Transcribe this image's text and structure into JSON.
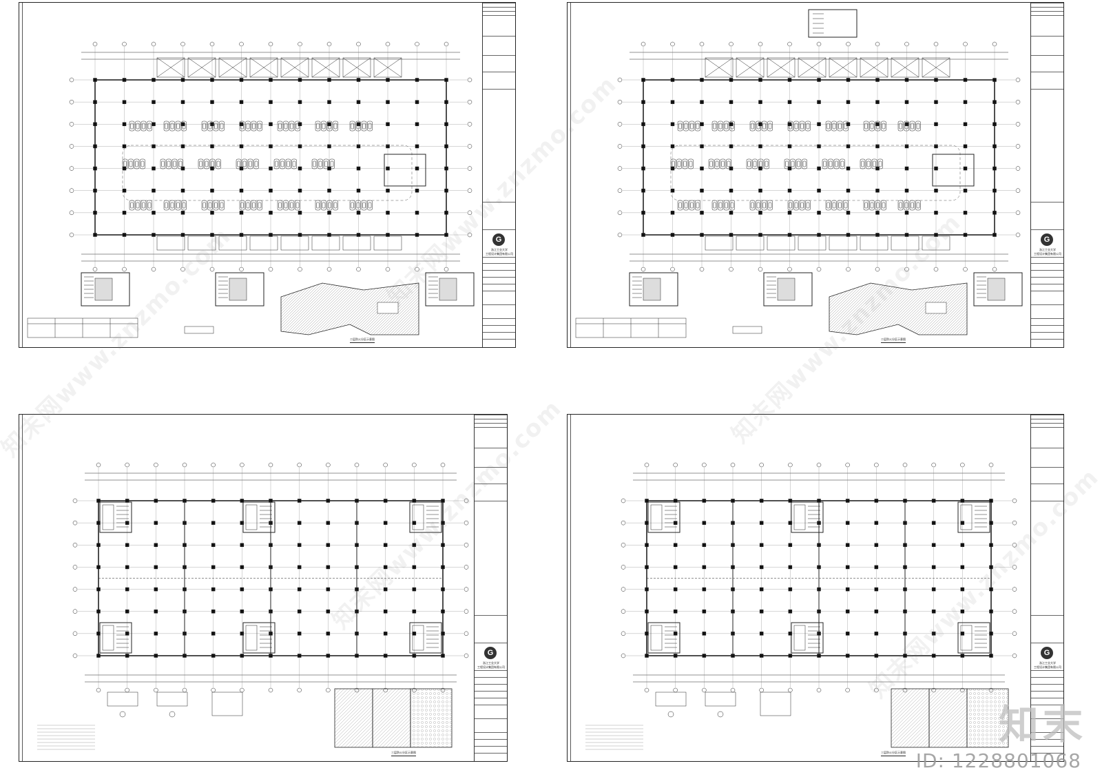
{
  "sheets": [
    {
      "id": "sheet-1",
      "caption": "二层防火分区示意图",
      "has_top_annex": false,
      "plan_type": "parking"
    },
    {
      "id": "sheet-2",
      "caption": "二层防火分区示意图",
      "has_top_annex": true,
      "plan_type": "parking"
    },
    {
      "id": "sheet-3",
      "caption": "三层防火分区示意图",
      "has_top_annex": false,
      "plan_type": "grid"
    },
    {
      "id": "sheet-4",
      "caption": "三层防火分区示意图",
      "has_top_annex": false,
      "plan_type": "grid"
    }
  ],
  "title_block": {
    "logo_letter": "G",
    "company_line1": "浙江工业大学",
    "company_line2": "工程设计集团有限公司"
  },
  "watermarks": {
    "site_text": "知末网www.znzmo.com",
    "brand_logo": "知末",
    "id_text": "ID: 1228801068"
  }
}
